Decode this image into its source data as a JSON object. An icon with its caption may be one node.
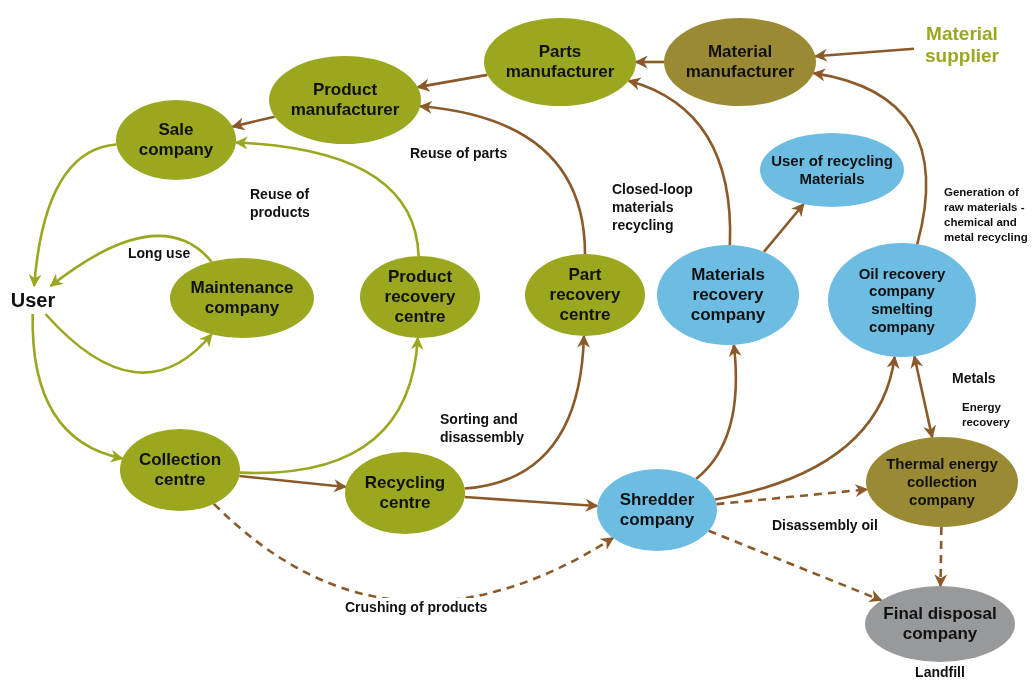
{
  "diagram": {
    "nodes": [
      {
        "text": [
          "Material supplier"
        ]
      },
      {
        "text": [
          "Material manufacturer"
        ]
      },
      {
        "text": [
          "Parts manufacturer"
        ]
      },
      {
        "text": [
          "Product manufacturer"
        ]
      },
      {
        "text": [
          "Sale company"
        ]
      },
      {
        "text": [
          "User"
        ]
      },
      {
        "text": [
          "Maintenance company"
        ]
      },
      {
        "text": [
          "Product recovery centre"
        ]
      },
      {
        "text": [
          "Part recovery centre"
        ]
      },
      {
        "text": [
          "User of recycling Materials"
        ]
      },
      {
        "text": [
          "Materials recovery company"
        ]
      },
      {
        "text": [
          "Oil recovery company smelting company"
        ]
      },
      {
        "text": [
          "Collection centre"
        ]
      },
      {
        "text": [
          "Recycling centre"
        ]
      },
      {
        "text": [
          "Shredder company"
        ]
      },
      {
        "text": [
          "Thermal energy collection company"
        ]
      },
      {
        "text": [
          "Final disposal company"
        ],
        "beside": [
          "Landfill"
        ]
      }
    ],
    "edges": [
      {
        "from": 0,
        "to": 1,
        "arrow": "to"
      },
      {
        "from": 1,
        "to": 2,
        "arrow": "to"
      },
      {
        "from": 2,
        "to": 3,
        "arrow": "to"
      },
      {
        "from": 3,
        "to": 4,
        "arrow": "to"
      },
      {
        "from": 8,
        "to": 3,
        "arrow": "to",
        "label": "Reuse of parts"
      },
      {
        "from": 4,
        "to": 5,
        "arrow": "to",
        "color": "#9aa71f"
      },
      {
        "from": 7,
        "to": 4,
        "arrow": "to",
        "label": "Reuse of products",
        "color": "#9aa71f"
      },
      {
        "from": 6,
        "to": 5,
        "arrow": "to",
        "label": "Long use",
        "color": "#9aa71f"
      },
      {
        "from": 5,
        "to": 6,
        "arrow": "to",
        "color": "#9aa71f"
      },
      {
        "from": 5,
        "to": 12,
        "arrow": "to",
        "color": "#9aa71f"
      },
      {
        "from": 12,
        "to": 7,
        "arrow": "to",
        "color": "#9aa71f"
      },
      {
        "from": 12,
        "to": 13,
        "arrow": "to"
      },
      {
        "from": 13,
        "to": 8,
        "arrow": "to",
        "label": "Sorting and disassembly"
      },
      {
        "from": 13,
        "to": 14,
        "arrow": "to"
      },
      {
        "from": 14,
        "to": 10,
        "arrow": "to"
      },
      {
        "from": 14,
        "to": 11,
        "arrow": "to"
      },
      {
        "from": 10,
        "to": 2,
        "arrow": "to",
        "label": "Closed-loop materials recycling"
      },
      {
        "from": 10,
        "to": 9,
        "arrow": "to"
      },
      {
        "from": 11,
        "to": 1,
        "arrow": "to",
        "label": "Generation of raw materials - chemical and metal recycling"
      },
      {
        "from": 11,
        "to": 15,
        "arrow": "both"
      },
      {
        "from": 14,
        "to": 15,
        "arrow": "to",
        "style": "dashed",
        "label": "Disassembly oil"
      },
      {
        "from": 14,
        "to": 16,
        "arrow": "to",
        "style": "dashed"
      },
      {
        "from": 15,
        "to": 16,
        "arrow": "to",
        "style": "dashed"
      },
      {
        "from": 12,
        "to": 14,
        "arrow": "to",
        "style": "dashed",
        "label": "Crushing of products"
      }
    ],
    "labels": [
      "Metals",
      "Energy recovery"
    ]
  }
}
